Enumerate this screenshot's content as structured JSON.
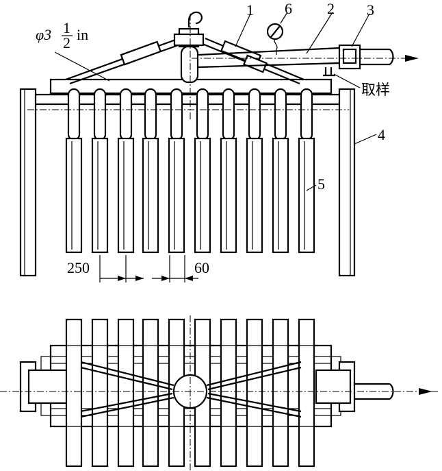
{
  "labels": {
    "l1": "1",
    "l2": "2",
    "l3": "3",
    "l4": "4",
    "l5": "5",
    "l6": "6",
    "sampling": "取样",
    "diameter_prefix": "φ3",
    "diameter_num": "1",
    "diameter_den": "2",
    "diameter_unit": "in",
    "dim_spacing": "250",
    "dim_tube": "60"
  }
}
